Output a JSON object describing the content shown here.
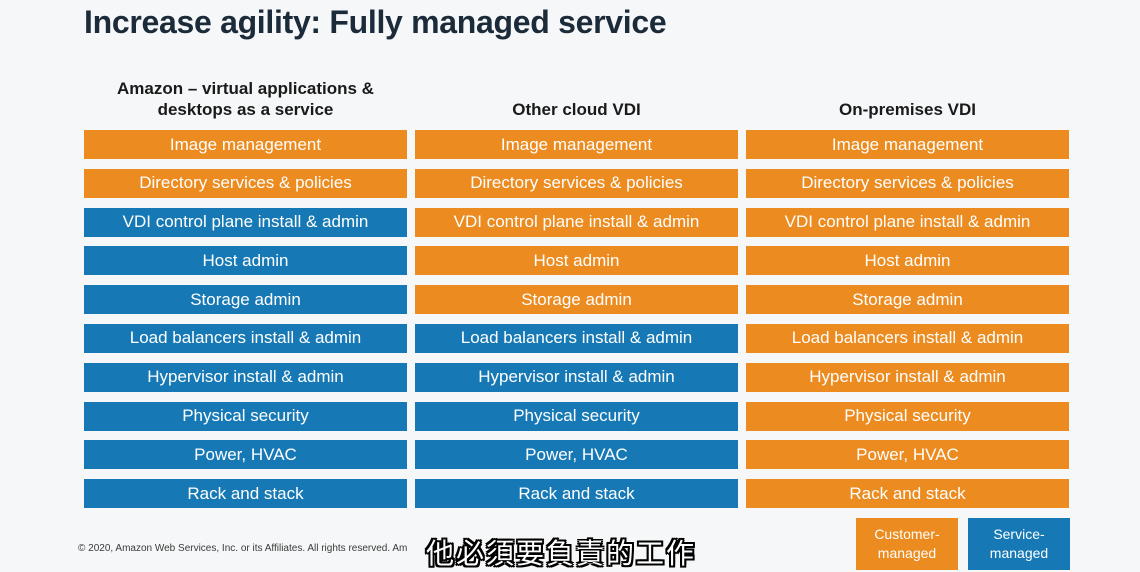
{
  "title": "Increase agility: Fully managed service",
  "columns": [
    {
      "header": "Amazon – virtual applications &\ndesktops as a service",
      "rows": [
        {
          "label": "Image management",
          "managed_by": "customer"
        },
        {
          "label": "Directory services & policies",
          "managed_by": "customer"
        },
        {
          "label": "VDI control plane install & admin",
          "managed_by": "service"
        },
        {
          "label": "Host admin",
          "managed_by": "service"
        },
        {
          "label": "Storage admin",
          "managed_by": "service"
        },
        {
          "label": "Load balancers install & admin",
          "managed_by": "service"
        },
        {
          "label": "Hypervisor install & admin",
          "managed_by": "service"
        },
        {
          "label": "Physical security",
          "managed_by": "service"
        },
        {
          "label": "Power, HVAC",
          "managed_by": "service"
        },
        {
          "label": "Rack and stack",
          "managed_by": "service"
        }
      ]
    },
    {
      "header": "Other cloud VDI",
      "rows": [
        {
          "label": "Image management",
          "managed_by": "customer"
        },
        {
          "label": "Directory services & policies",
          "managed_by": "customer"
        },
        {
          "label": "VDI control plane install & admin",
          "managed_by": "customer"
        },
        {
          "label": "Host admin",
          "managed_by": "customer"
        },
        {
          "label": "Storage admin",
          "managed_by": "customer"
        },
        {
          "label": "Load balancers install & admin",
          "managed_by": "service"
        },
        {
          "label": "Hypervisor install & admin",
          "managed_by": "service"
        },
        {
          "label": "Physical security",
          "managed_by": "service"
        },
        {
          "label": "Power, HVAC",
          "managed_by": "service"
        },
        {
          "label": "Rack and stack",
          "managed_by": "service"
        }
      ]
    },
    {
      "header": "On-premises VDI",
      "rows": [
        {
          "label": "Image management",
          "managed_by": "customer"
        },
        {
          "label": "Directory services & policies",
          "managed_by": "customer"
        },
        {
          "label": "VDI control plane install & admin",
          "managed_by": "customer"
        },
        {
          "label": "Host admin",
          "managed_by": "customer"
        },
        {
          "label": "Storage admin",
          "managed_by": "customer"
        },
        {
          "label": "Load balancers install & admin",
          "managed_by": "customer"
        },
        {
          "label": "Hypervisor install & admin",
          "managed_by": "customer"
        },
        {
          "label": "Physical security",
          "managed_by": "customer"
        },
        {
          "label": "Power, HVAC",
          "managed_by": "customer"
        },
        {
          "label": "Rack and stack",
          "managed_by": "customer"
        }
      ]
    }
  ],
  "legend": {
    "customer": "Customer-\nmanaged",
    "service": "Service-\nmanaged"
  },
  "colors": {
    "customer": "#ec8b1f",
    "service": "#1679b5"
  },
  "copyright": "© 2020, Amazon Web Services, Inc. or its Affiliates. All rights reserved. Am",
  "subtitle_caption": "他必須要負責的工作"
}
